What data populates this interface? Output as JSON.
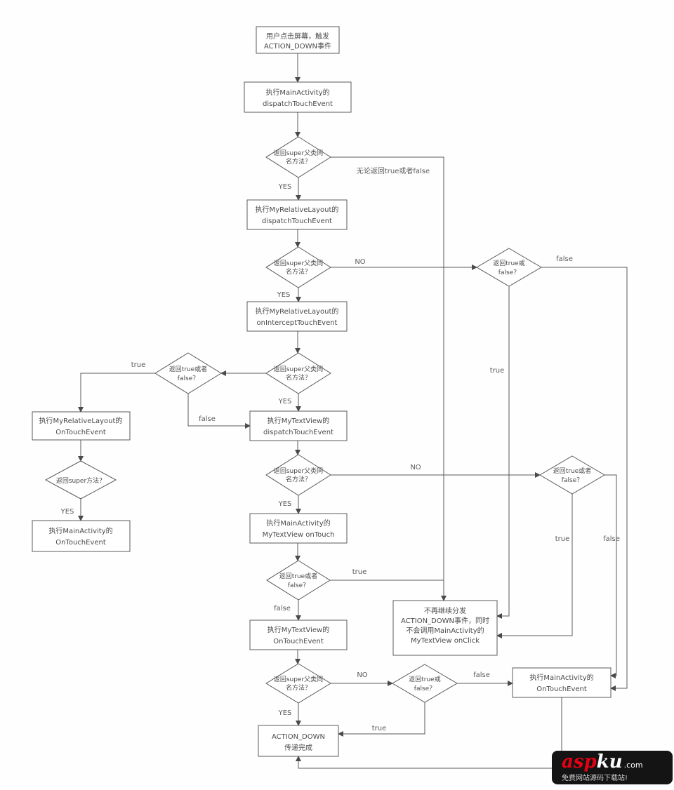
{
  "page": {
    "background": "#fefefe"
  },
  "flowchart": {
    "stroke_color": "#5a5a5a",
    "text_color": "#4a4a4a",
    "nodes": {
      "start": {
        "type": "rect",
        "lines": [
          "用户点击屏幕，触发",
          "ACTION_DOWN事件"
        ]
      },
      "main_dispatch": {
        "type": "rect",
        "lines": [
          "执行MainActivity的",
          "dispatchTouchEvent"
        ]
      },
      "q_super_1": {
        "type": "diamond",
        "lines": [
          "返回super父类同",
          "名方法？"
        ]
      },
      "rl_dispatch": {
        "type": "rect",
        "lines": [
          "执行MyRelativeLayout的",
          "dispatchTouchEvent"
        ]
      },
      "q_super_2": {
        "type": "diamond",
        "lines": [
          "返回super父类同",
          "名方法？"
        ]
      },
      "rl_intercept": {
        "type": "rect",
        "lines": [
          "执行MyRelativeLayout的",
          "onInterceptTouchEvent"
        ]
      },
      "q_super_3": {
        "type": "diamond",
        "lines": [
          "返回super父类同",
          "名方法？"
        ]
      },
      "q_tf_left": {
        "type": "diamond",
        "lines": [
          "返回true或者",
          "false？"
        ]
      },
      "rl_ontouch": {
        "type": "rect",
        "lines": [
          "执行MyRelativeLayout的",
          "OnTouchEvent"
        ]
      },
      "q_super_left": {
        "type": "diamond",
        "lines": [
          "返回super方法？"
        ]
      },
      "main_ontouch_left": {
        "type": "rect",
        "lines": [
          "执行MainActivity的",
          "OnTouchEvent"
        ]
      },
      "tv_dispatch": {
        "type": "rect",
        "lines": [
          "执行MyTextView的",
          "dispatchTouchEvent"
        ]
      },
      "q_super_4": {
        "type": "diamond",
        "lines": [
          "返回super父类同",
          "名方法？"
        ]
      },
      "main_tv_ontouch": {
        "type": "rect",
        "lines": [
          "执行MainActivity的",
          "MyTextView onTouch"
        ]
      },
      "q_tf_mid": {
        "type": "diamond",
        "lines": [
          "返回true或者",
          "false？"
        ]
      },
      "tv_ontouch": {
        "type": "rect",
        "lines": [
          "执行MyTextView的",
          "OnTouchEvent"
        ]
      },
      "q_super_5": {
        "type": "diamond",
        "lines": [
          "返回super父类同",
          "名方法？"
        ]
      },
      "q_tf_bottom": {
        "type": "diamond",
        "lines": [
          "返回true或",
          "false？"
        ]
      },
      "action_done": {
        "type": "rect",
        "lines": [
          "ACTION_DOWN",
          "传递完成"
        ]
      },
      "q_tf_r1": {
        "type": "diamond",
        "lines": [
          "返回true或",
          "false？"
        ]
      },
      "q_tf_r2": {
        "type": "diamond",
        "lines": [
          "返回true或者",
          "false？"
        ]
      },
      "no_dispatch": {
        "type": "rect",
        "lines": [
          "不再继续分发",
          "ACTION_DOWN事件，同时",
          "不会调用MainActivity的",
          "MyTextView onClick"
        ]
      },
      "main_ontouch_right": {
        "type": "rect",
        "lines": [
          "执行MainActivity的",
          "OnTouchEvent"
        ]
      }
    },
    "edge_labels": {
      "note_any": "无论返回true或者false",
      "yes1": "YES",
      "yes2": "YES",
      "yes3": "YES",
      "yes4": "YES",
      "yes5": "YES",
      "yes_left": "YES",
      "no1": "NO",
      "no2": "NO",
      "no3": "NO",
      "true_left": "true",
      "false_left": "false",
      "true_r1": "true",
      "false_r1": "false",
      "true_r2": "true",
      "false_r2": "false",
      "true_mid": "true",
      "false_mid": "false",
      "true_bottom": "true",
      "false_bottom": "false"
    }
  },
  "watermark": {
    "brand_primary": "asp",
    "brand_secondary": "ku",
    "brand_domain": ".com",
    "tagline": "免费网站源码下载站!",
    "accent_color": "#e60012"
  }
}
